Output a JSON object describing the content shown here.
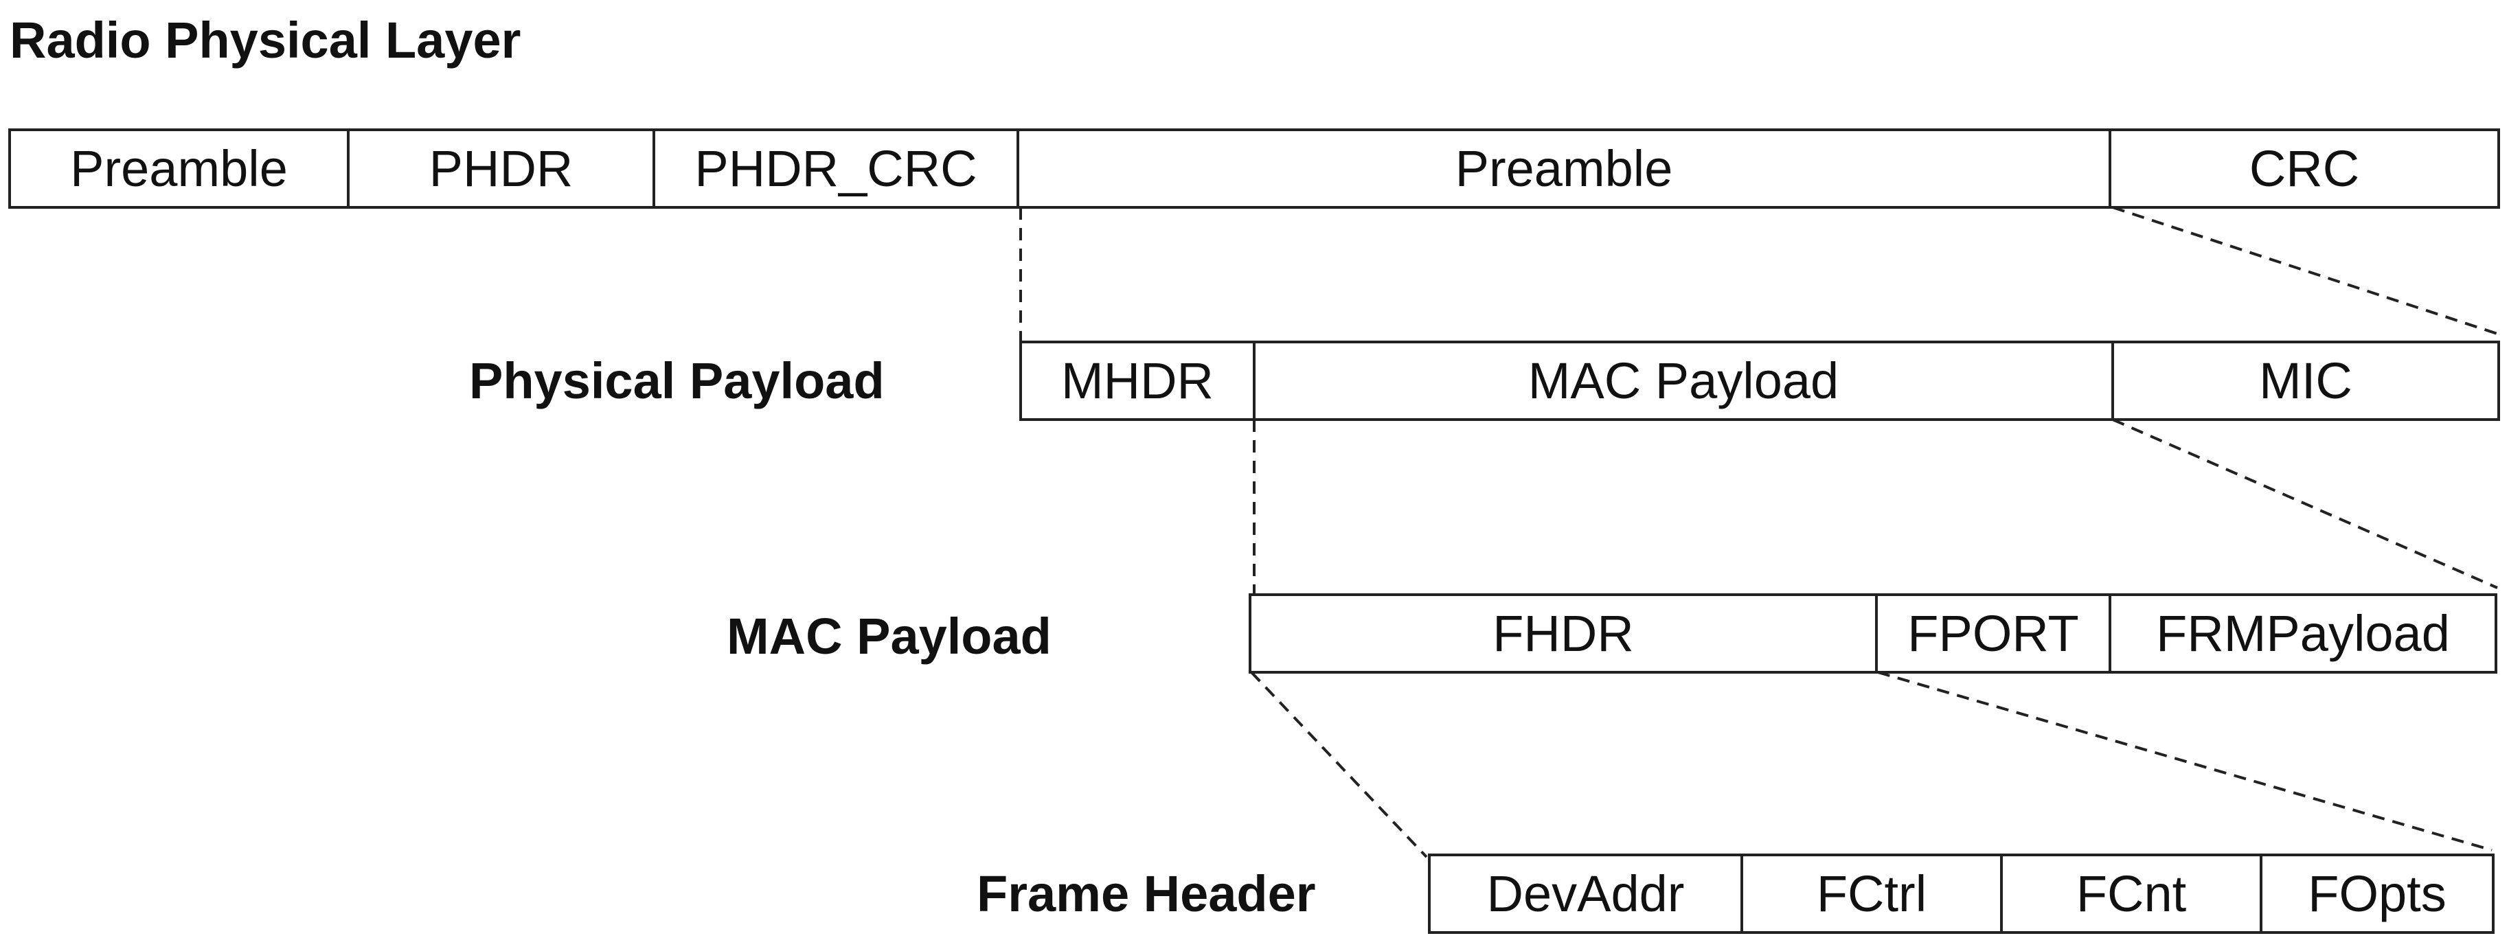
{
  "layers": {
    "radio": {
      "title": "Radio Physical Layer",
      "fields": [
        "Preamble",
        "PHDR",
        "PHDR_CRC",
        "Preamble",
        "CRC"
      ]
    },
    "physical_payload": {
      "title": "Physical Payload",
      "fields": [
        "MHDR",
        "MAC Payload",
        "MIC"
      ]
    },
    "mac_payload": {
      "title": "MAC Payload",
      "fields": [
        "FHDR",
        "FPORT",
        "FRMPayload"
      ]
    },
    "frame_header": {
      "title": "Frame Header",
      "fields": [
        "DevAddr",
        "FCtrl",
        "FCnt",
        "FOpts"
      ]
    }
  }
}
